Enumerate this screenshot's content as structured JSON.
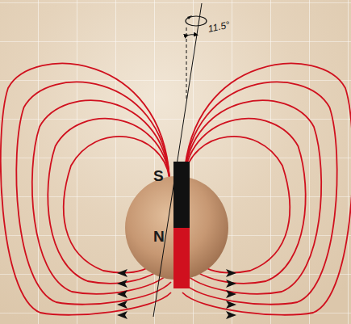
{
  "diagram": {
    "labels": [
      "S",
      "N",
      "11.5°"
    ]
  }
}
